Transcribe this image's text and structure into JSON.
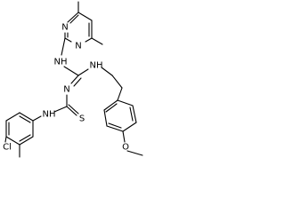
{
  "molecule": {
    "atom_labels": {
      "pyrimidine_n_top": "N",
      "pyrimidine_n_bottom": "N",
      "nh_pyrimidinyl": "NH",
      "nh_ethyl": "NH",
      "imine_n": "N",
      "thione_s": "S",
      "nh_aryl": "NH",
      "chloro": "Cl",
      "methoxy_o": "O"
    }
  }
}
